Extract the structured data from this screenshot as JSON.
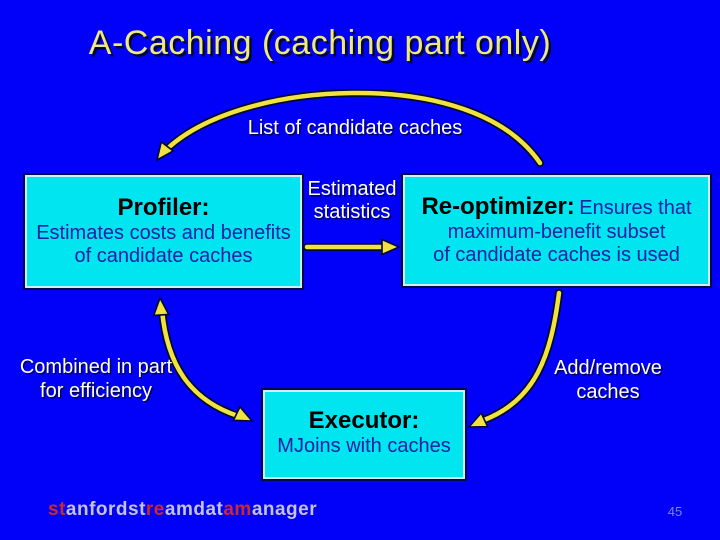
{
  "slide": {
    "title": "A-Caching (caching part only)",
    "page_number": "45"
  },
  "diagram": {
    "flow_labels": {
      "list_of_candidate_caches": "List of candidate caches",
      "estimated_statistics": [
        "Estimated",
        "statistics"
      ],
      "combined_in_part": [
        "Combined in part",
        "for efficiency"
      ],
      "add_remove_caches": [
        "Add/remove",
        "caches"
      ]
    },
    "boxes": {
      "profiler": {
        "heading": "Profiler:",
        "body": [
          "Estimates costs and benefits",
          "of candidate caches"
        ]
      },
      "reoptimizer": {
        "heading": "Re-optimizer:",
        "subheading": "Ensures that",
        "body": [
          "maximum-benefit subset",
          "of candidate caches is used"
        ]
      },
      "executor": {
        "heading": "Executor:",
        "body": [
          "MJoins with caches"
        ]
      }
    },
    "arrows": {
      "list_flow": "re-optimizer to profiler",
      "statistics_flow": "profiler to re-optimizer",
      "combined_flow": "profiler to/from executor (double-headed)",
      "add_remove_flow": "re-optimizer to executor"
    }
  },
  "footer": {
    "logo_segments": [
      {
        "text": "st",
        "color": "#cc2a2a"
      },
      {
        "text": "anfordst",
        "color": "#c3c3d2"
      },
      {
        "text": "re",
        "color": "#cc2a2a"
      },
      {
        "text": "amdat",
        "color": "#c3c3d2"
      },
      {
        "text": "am",
        "color": "#cc2a2a"
      },
      {
        "text": "anager",
        "color": "#c3c3d2"
      }
    ]
  },
  "colors": {
    "background": "#0101fa",
    "box_fill": "#00e5f0",
    "box_border": "#cfeef8",
    "arrow_yellow": "#f2e23e",
    "title_yellow": "#efe97c",
    "body_blue": "#2020a2",
    "label_white": "#ffffff",
    "logo_red": "#cc2a2a",
    "logo_gray": "#c3c3d2",
    "page_number": "#7d88c4"
  }
}
